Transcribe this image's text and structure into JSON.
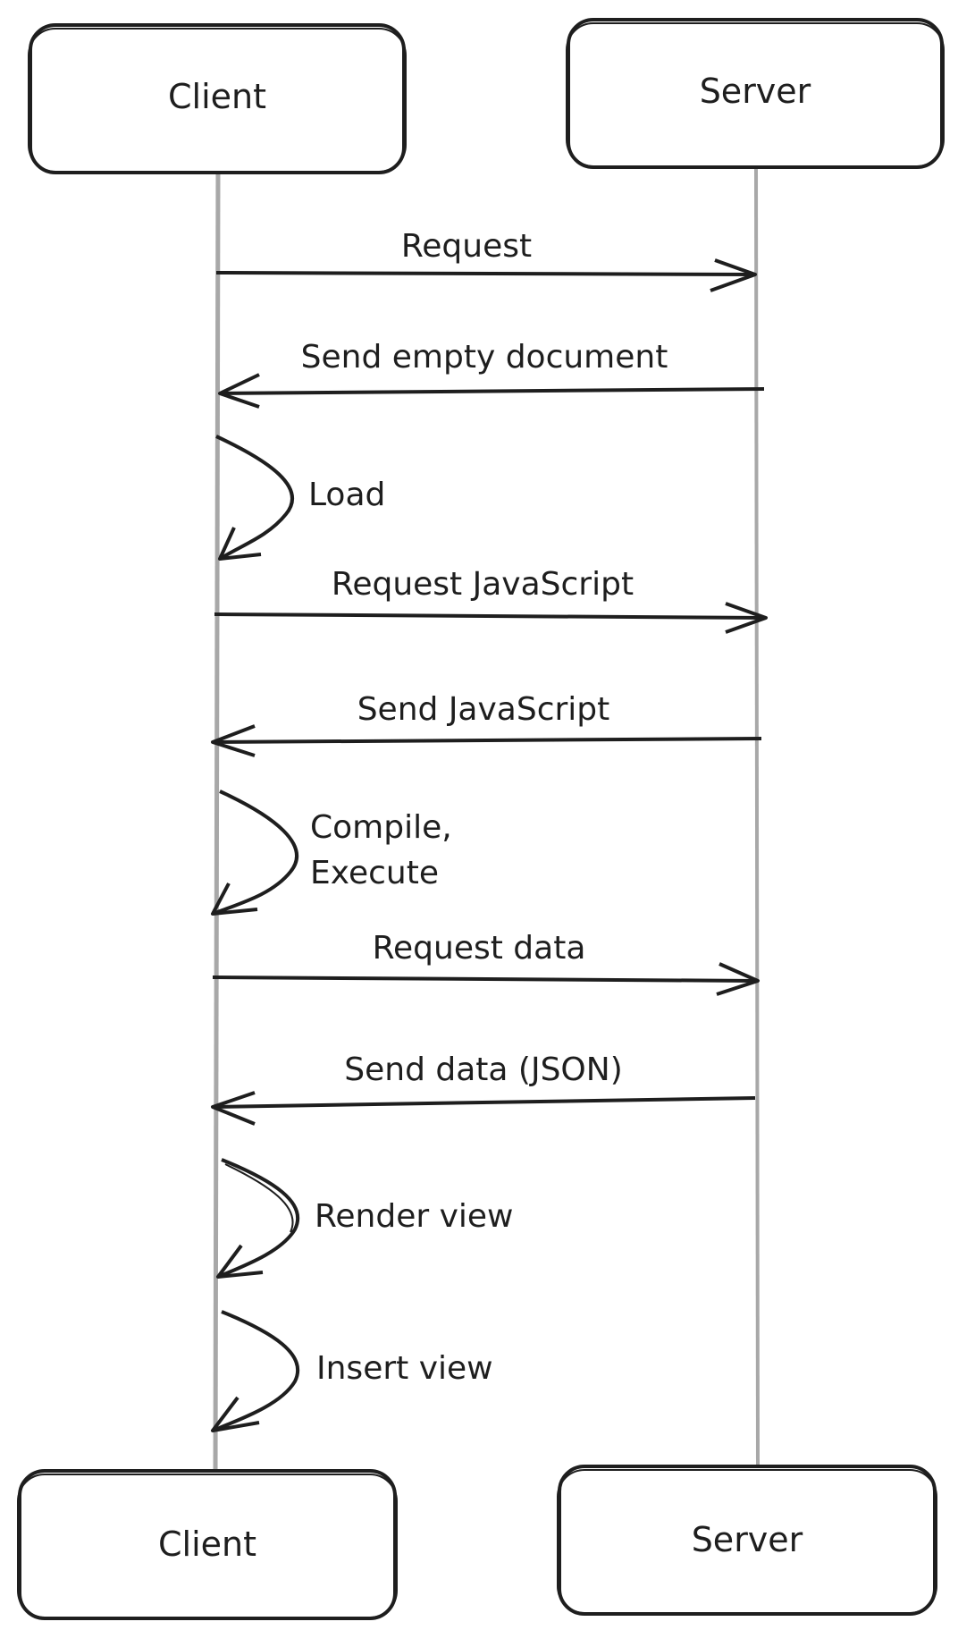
{
  "diagram": {
    "type": "sequence",
    "participants_top": {
      "client": "Client",
      "server": "Server"
    },
    "participants_bottom": {
      "client": "Client",
      "server": "Server"
    },
    "messages": [
      {
        "label": "Request",
        "from": "client",
        "to": "server"
      },
      {
        "label": "Send empty document",
        "from": "server",
        "to": "client"
      },
      {
        "label": "Load",
        "from": "client",
        "to": "client"
      },
      {
        "label": "Request JavaScript",
        "from": "client",
        "to": "server"
      },
      {
        "label": "Send JavaScript",
        "from": "server",
        "to": "client"
      },
      {
        "label_line1": "Compile,",
        "label_line2": "Execute",
        "from": "client",
        "to": "client"
      },
      {
        "label": "Request data",
        "from": "client",
        "to": "server"
      },
      {
        "label": "Send data (JSON)",
        "from": "server",
        "to": "client"
      },
      {
        "label": "Render view",
        "from": "client",
        "to": "client"
      },
      {
        "label": "Insert view",
        "from": "client",
        "to": "client"
      }
    ]
  }
}
